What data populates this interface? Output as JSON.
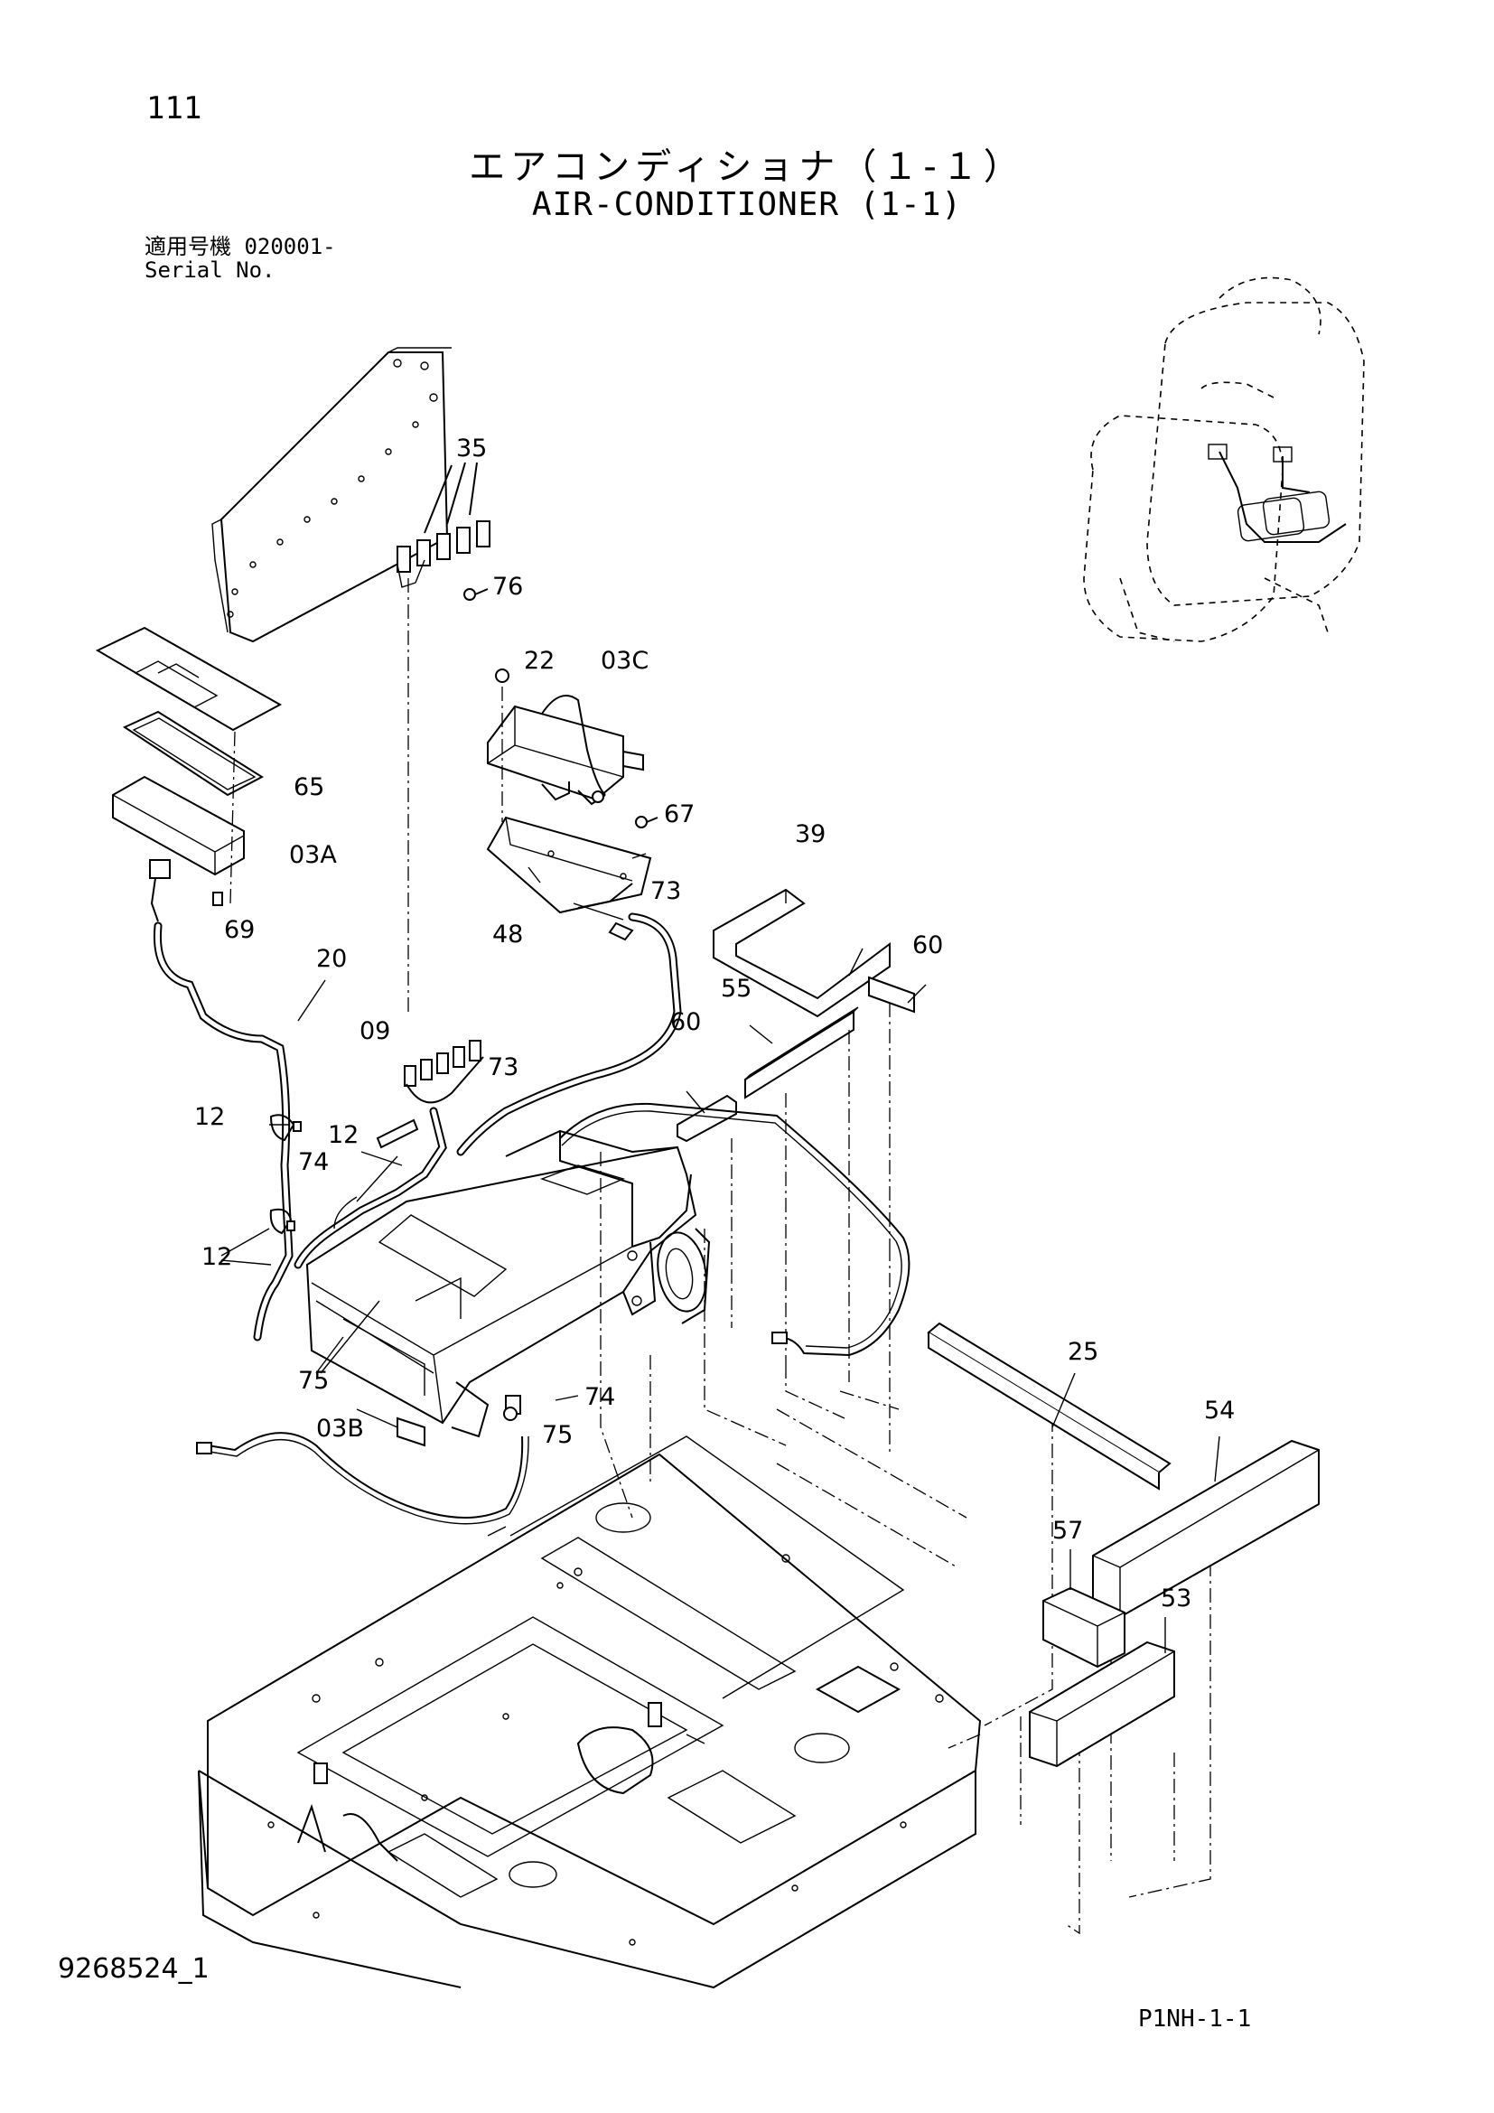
{
  "header": {
    "page_number": "111",
    "title_jp": "エアコンディショナ（１-１）",
    "title_en": "AIR-CONDITIONER (1-1)",
    "serial_label_jp": "適用号機 020001-",
    "serial_label_en": "Serial No."
  },
  "callouts": {
    "c35": "35",
    "c76": "76",
    "c22": "22",
    "c03C": "03C",
    "c65": "65",
    "c03A": "03A",
    "c67": "67",
    "c39": "39",
    "c73a": "73",
    "c69": "69",
    "c48": "48",
    "c20": "20",
    "c60a": "60",
    "c55": "55",
    "c60b": "60",
    "c09": "09",
    "c73b": "73",
    "c12a": "12",
    "c12b": "12",
    "c74a": "74",
    "c12c": "12",
    "c25": "25",
    "c54": "54",
    "c75a": "75",
    "c74b": "74",
    "c03B": "03B",
    "c75b": "75",
    "c57": "57",
    "c53": "53"
  },
  "footer": {
    "document_number": "9268524_1",
    "page_code": "P1NH-1-1"
  }
}
